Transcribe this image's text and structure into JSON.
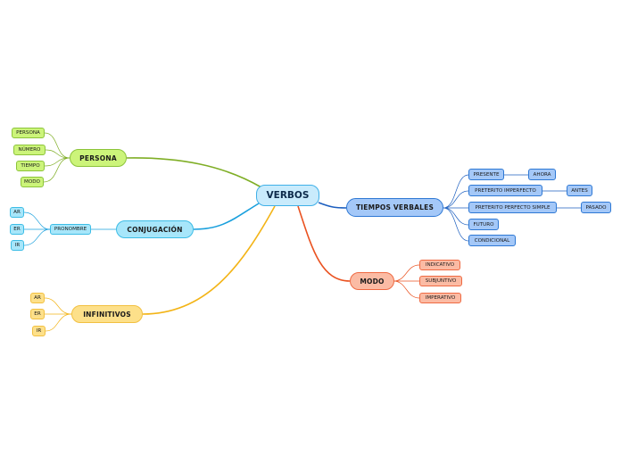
{
  "central": {
    "label": "VERBOS"
  },
  "colors": {
    "persona": {
      "fill": "#ccf47a",
      "border": "#8cc43a",
      "line": "#7fae25"
    },
    "conjugacion": {
      "fill": "#a7e6fa",
      "border": "#3dbde6",
      "line": "#1aa0dd"
    },
    "infinitivos": {
      "fill": "#fde08a",
      "border": "#f2c041",
      "line": "#f3b417"
    },
    "tiempos": {
      "fill": "#a4c8f8",
      "border": "#2e78d4",
      "line": "#1d5fbf"
    },
    "modo": {
      "fill": "#fbbba4",
      "border": "#ef6a43",
      "line": "#ea5220"
    },
    "central": {
      "fill": "#c9ebfc",
      "border": "#3fb0e8"
    }
  },
  "branches": {
    "persona": {
      "label": "PERSONA",
      "children": [
        "PERSONA",
        "NÚMERO",
        "TIEMPO",
        "MODO"
      ]
    },
    "conjugacion": {
      "label": "CONJUGACIÓN",
      "child": "PRONOMBRE",
      "grandchildren": [
        "AR",
        "ER",
        "IR"
      ]
    },
    "infinitivos": {
      "label": "INFINITIVOS",
      "children": [
        "AR",
        "ER",
        "IR"
      ]
    },
    "tiempos": {
      "label": "TIEMPOS VERBALES",
      "children": [
        {
          "label": "PRESENTE",
          "detail": "AHORA"
        },
        {
          "label": "PRETERITO IMPERFECTO",
          "detail": "ANTES"
        },
        {
          "label": "PRETERITO PERFECTO SIMPLE",
          "detail": "PASADO"
        },
        {
          "label": "FUTURO"
        },
        {
          "label": "CONDICIONAL"
        }
      ]
    },
    "modo": {
      "label": "MODO",
      "children": [
        "INDICATIVO",
        "SUBJUNTIVO",
        "IMPERATIVO"
      ]
    }
  }
}
